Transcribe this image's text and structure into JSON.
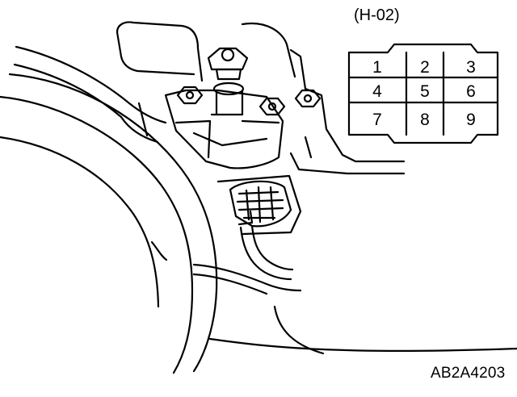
{
  "connector": {
    "id_label": "(H-02)",
    "pins": [
      [
        "1",
        "2",
        "3"
      ],
      [
        "4",
        "5",
        "6"
      ],
      [
        "7",
        "8",
        "9"
      ]
    ]
  },
  "figure": {
    "code": "AB2A4203"
  },
  "colors": {
    "line": "#000000",
    "background": "#ffffff"
  }
}
